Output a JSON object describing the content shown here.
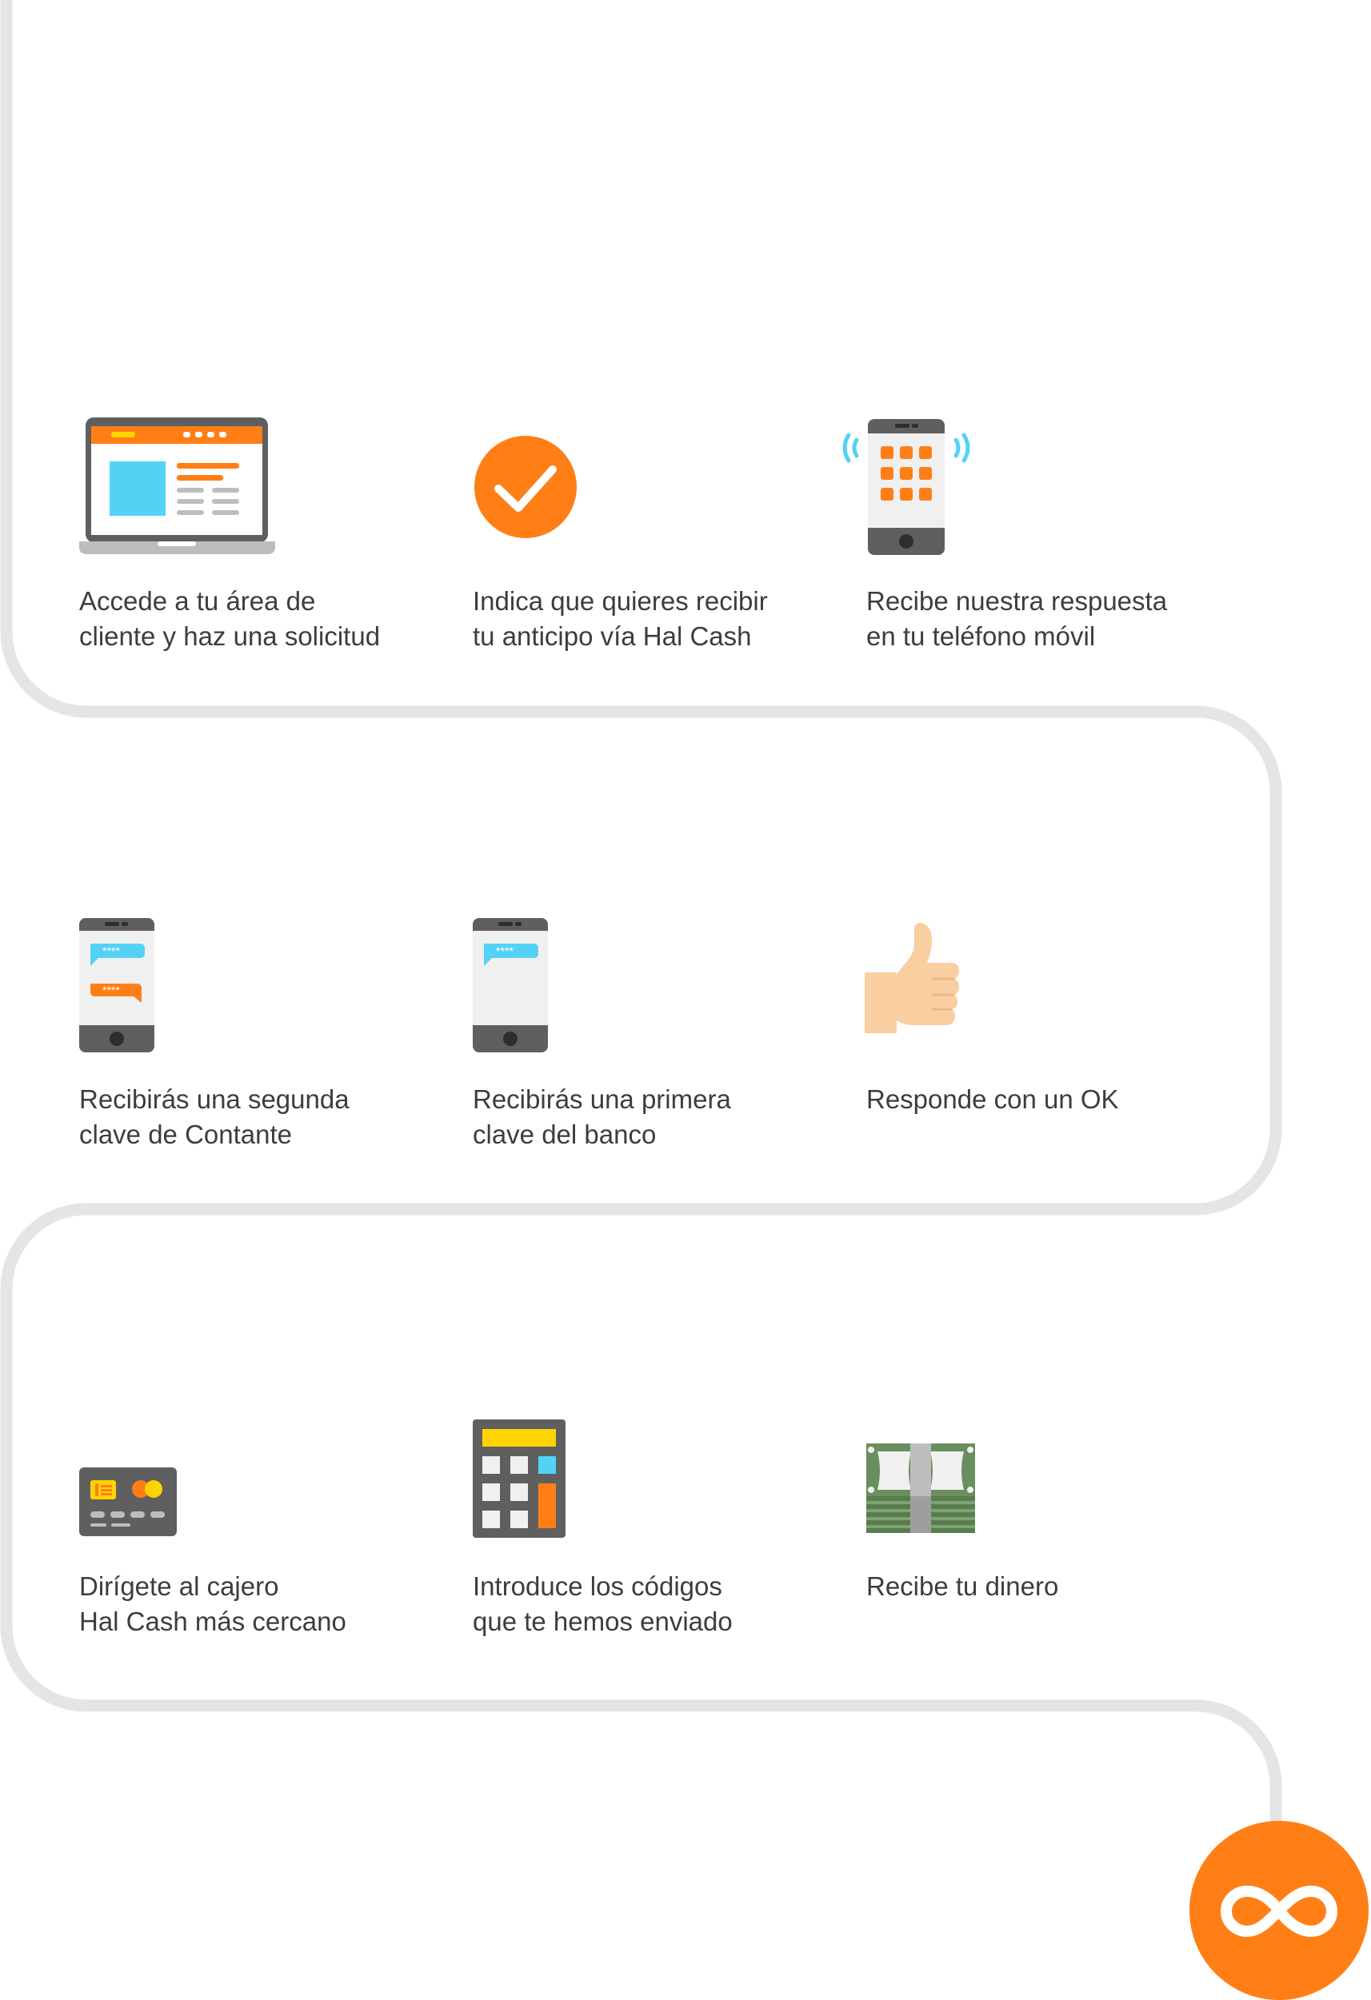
{
  "colors": {
    "accent": "#ff7f16",
    "path": "#e5e5e5",
    "text": "#3d3d3d",
    "cyan": "#53d2f5",
    "yellow": "#ffd400",
    "skin": "#f9cfa2",
    "money_green": "#6a8f5e",
    "device_gray": "#5f5f5f"
  },
  "steps": [
    {
      "icon": "laptop-browser-icon",
      "line1": "Accede a tu área de",
      "line2": "cliente y haz una solicitud"
    },
    {
      "icon": "check-circle-icon",
      "line1": "Indica que quieres recibir",
      "line2": "tu anticipo vía Hal Cash"
    },
    {
      "icon": "ringing-phone-icon",
      "line1": "Recibe nuestra respuesta",
      "line2": "en tu teléfono móvil"
    },
    {
      "icon": "phone-two-messages-icon",
      "line1": "Recibirás una segunda",
      "line2": "clave de Contante"
    },
    {
      "icon": "phone-one-message-icon",
      "line1": "Recibirás una primera",
      "line2": "clave del banco"
    },
    {
      "icon": "thumbs-up-icon",
      "line1": "Responde con un OK",
      "line2": ""
    },
    {
      "icon": "credit-card-icon",
      "line1": "Dirígete al cajero",
      "line2": "Hal Cash más cercano"
    },
    {
      "icon": "calculator-icon",
      "line1": "Introduce los códigos",
      "line2": "que te hemos enviado"
    },
    {
      "icon": "banknotes-icon",
      "line1": "Recibe tu dinero",
      "line2": ""
    }
  ],
  "messages": {
    "masked_code": "****"
  },
  "logo": {
    "icon": "infinity-logo-icon"
  }
}
